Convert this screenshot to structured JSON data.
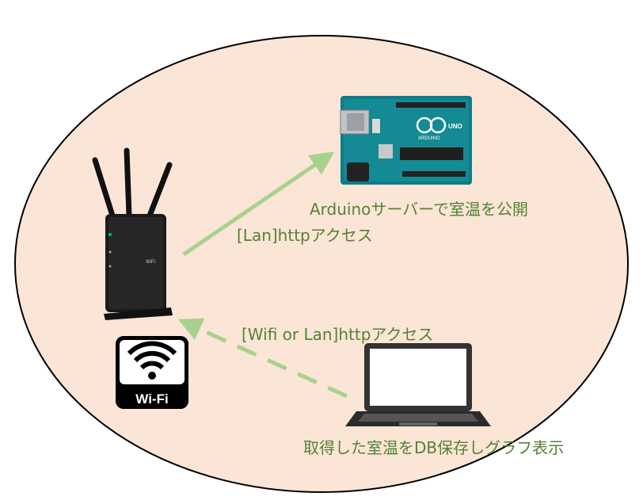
{
  "background": {
    "fill": "#fbe5d6",
    "stroke": "#000000"
  },
  "labels": {
    "arduino": "Arduinoサーバーで室温を公開",
    "lan_access": "[Lan]httpアクセス",
    "wifi_lan_access": "[Wifi or Lan]httpアクセス",
    "pc_action": "取得した室温をDB保存しグラフ表示"
  },
  "router": {
    "brand_text": "WiFi"
  },
  "wifi_badge": {
    "text": "Wi-Fi"
  },
  "arduino_board": {
    "logo_text": "UNO",
    "brand_text": "ARDUINO"
  },
  "colors": {
    "arrow": "#a9d18e",
    "label": "#548235",
    "board": "#0e7c86"
  }
}
